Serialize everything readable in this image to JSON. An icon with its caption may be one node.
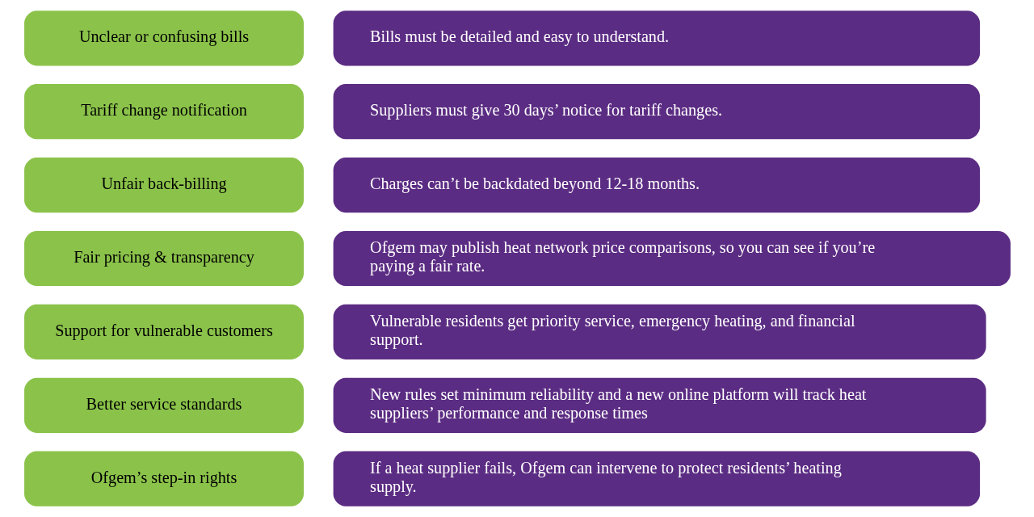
{
  "diagram": {
    "nodes": [
      {
        "text": [
          "Unclear or confusing bills"
        ]
      },
      {
        "text": [
          "Bills must be detailed and easy to understand."
        ]
      },
      {
        "text": [
          "Tariff change notification"
        ]
      },
      {
        "text": [
          "Suppliers must give 30 days’ notice for tariff changes."
        ]
      },
      {
        "text": [
          "Unfair back-billing"
        ]
      },
      {
        "text": [
          "Charges can’t be backdated beyond 12-18 months."
        ]
      },
      {
        "text": [
          "Fair pricing & transparency"
        ]
      },
      {
        "text": [
          "Ofgem may publish heat network price comparisons, so you can see if you’re paying a fair rate."
        ]
      },
      {
        "text": [
          "Support for vulnerable customers"
        ]
      },
      {
        "text": [
          "Vulnerable residents get priority service, emergency heating, and financial support."
        ]
      },
      {
        "text": [
          "Better service standards"
        ]
      },
      {
        "text": [
          "New rules set minimum reliability and a new online platform will track heat suppliers’ performance and response times"
        ]
      },
      {
        "text": [
          "Ofgem’s step-in rights"
        ]
      },
      {
        "text": [
          "If a heat supplier fails, Ofgem can intervene to protect residents’ heating supply."
        ]
      }
    ]
  }
}
